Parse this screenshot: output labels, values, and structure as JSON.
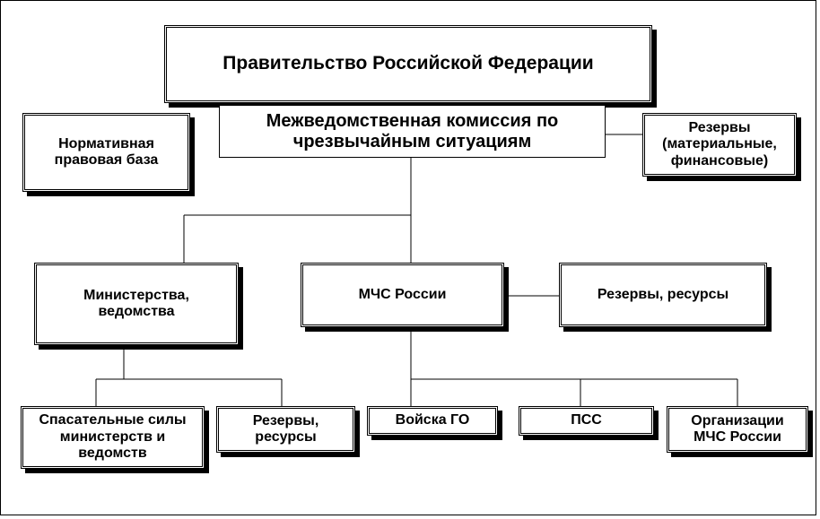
{
  "nodes": {
    "government": "Правительство Российской Федерации",
    "commission": "Межведомственная комиссия по чрезвычайным ситуациям",
    "legal_base": "Нормативная правовая база",
    "reserves_top": "Резервы (материальные, финансовые)",
    "ministries": "Министерства, ведомства",
    "mchs": "МЧС России",
    "reserves_resources_mid": "Резервы, ресурсы",
    "rescue_forces": "Спасательные силы министерств и ведомств",
    "reserves_resources_low": "Резервы, ресурсы",
    "civil_defense_troops": "Войска ГО",
    "pss": "ПСС",
    "mchs_organizations": "Организации МЧС России"
  }
}
